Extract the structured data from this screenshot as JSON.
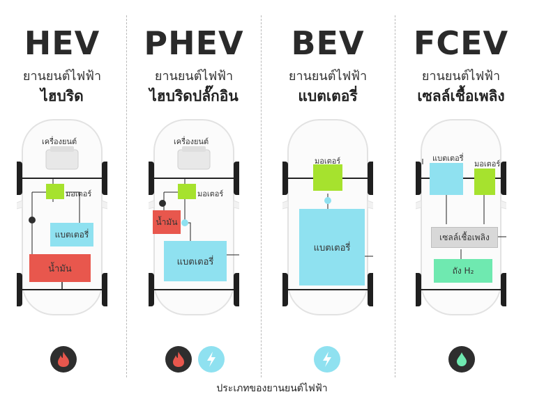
{
  "columns": [
    {
      "code": "HEV",
      "line1": "ยานยนต์ไฟฟ้า",
      "line2": "ไฮบริด",
      "labels": {
        "engine": "เครื่องยนต์",
        "motor": "มอเตอร์",
        "battery": "แบตเตอรี่",
        "fuel": "น้ำมัน"
      }
    },
    {
      "code": "PHEV",
      "line1": "ยานยนต์ไฟฟ้า",
      "line2": "ไฮบริดปลั๊กอิน",
      "labels": {
        "engine": "เครื่องยนต์",
        "motor": "มอเตอร์",
        "battery": "แบตเตอรี่",
        "fuel": "น้ำมัน"
      }
    },
    {
      "code": "BEV",
      "line1": "ยานยนต์ไฟฟ้า",
      "line2": "แบตเตอรี่",
      "labels": {
        "motor": "มอเตอร์",
        "battery": "แบตเตอรี่"
      }
    },
    {
      "code": "FCEV",
      "line1": "ยานยนต์ไฟฟ้า",
      "line2": "เซลล์เชื้อเพลิง",
      "labels": {
        "battery": "แบตเตอรี่",
        "motor": "มอเตอร์",
        "fuelcell": "เซลล์เชื้อเพลิง",
        "tank": "ถัง H₂"
      }
    }
  ],
  "caption": "ประเภทของยานยนต์ไฟฟ้า",
  "colors": {
    "motor": "#a6e22e",
    "battery": "#8fe1f0",
    "fuel": "#e8574d",
    "fuelcell": "#d8d8d8",
    "tank": "#6fe9b0",
    "icon_bg": "#2e2e2e"
  },
  "icons": {
    "HEV": [
      "fire-icon"
    ],
    "PHEV": [
      "fire-icon",
      "lightning-icon"
    ],
    "BEV": [
      "lightning-icon"
    ],
    "FCEV": [
      "water-drop-icon"
    ]
  }
}
